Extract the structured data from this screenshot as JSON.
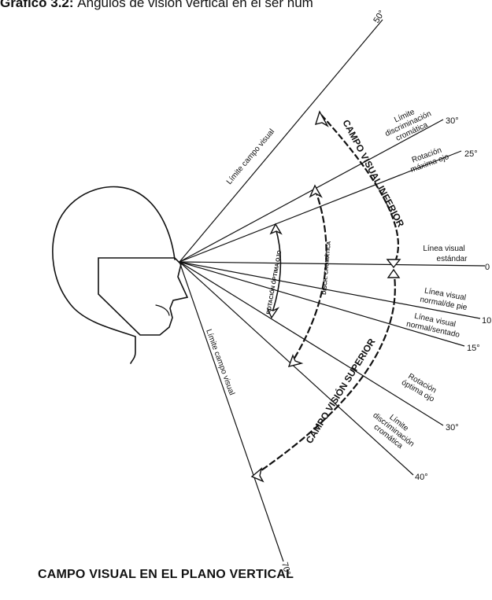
{
  "header": {
    "bold": "Gráfico 3.2:",
    "text": " Ángulos de visión vertical en el ser hum"
  },
  "caption": "CAMPO VISUAL EN EL PLANO VERTICAL",
  "degrees": {
    "up50": "50°",
    "up30": "30°",
    "up25": "25°",
    "zero": "0",
    "down10": "10",
    "down15": "15°",
    "down30": "30°",
    "down40": "40°",
    "down70": "70°"
  },
  "labels": {
    "limite_sup_1": "Límite campo visual",
    "limite_sup_2": "Límite campo visual",
    "discr_up": [
      "Límite",
      "discriminación",
      "cromática"
    ],
    "rot_max": [
      "Rotación",
      "máxima ojo"
    ],
    "linea_std": [
      "Línea visual",
      "estándar"
    ],
    "linea_pie": [
      "Línea visual",
      "normal/de pie"
    ],
    "linea_sent": [
      "Línea visual",
      "normal/sentado"
    ],
    "rot_opt": [
      "Rotación",
      "óptima ojo"
    ],
    "discr_down": [
      "Límite",
      "discriminación",
      "cromática"
    ],
    "campo_inferior": "CAMPO VISUAL INFERIOR",
    "campo_superior": "CAMPO VISIÓN SUPERIOR",
    "rot_optima_ojo": "ROTACIÓN ÓPTIMA OJO",
    "discr_cromatica": "DISCR. CROMÁTICA"
  }
}
